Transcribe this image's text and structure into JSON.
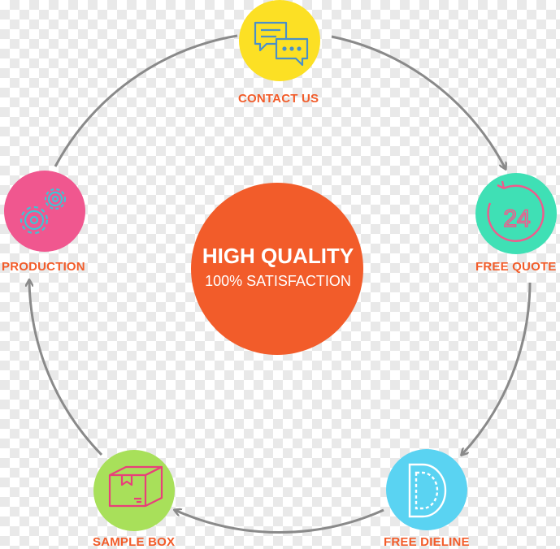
{
  "center": {
    "title": "HIGH QUALITY",
    "subtitle": "100% SATISFACTION",
    "color": "#f25c2a"
  },
  "steps": [
    {
      "label": "CONTACT US",
      "icon": "chat-bubbles-icon",
      "color": "#fce024"
    },
    {
      "label": "FREE QUOTE",
      "icon": "24-hours-icon",
      "color": "#3fe0b5",
      "icon_text": "24"
    },
    {
      "label": "FREE DIELINE",
      "icon": "dieline-d-icon",
      "color": "#5ad3f2",
      "icon_text": "D"
    },
    {
      "label": "SAMPLE BOX",
      "icon": "box-icon",
      "color": "#a8e05a"
    },
    {
      "label": "PRODUCTION",
      "icon": "gears-icon",
      "color": "#f0578f"
    }
  ],
  "colors": {
    "label": "#f25c2a",
    "arrow": "#8a8a8a",
    "icon_yellow": "#4a90c8",
    "icon_teal": "#f05a8c",
    "icon_blue": "#ffffff",
    "icon_green": "#e8407a",
    "icon_pink": "#3fc4d4"
  }
}
